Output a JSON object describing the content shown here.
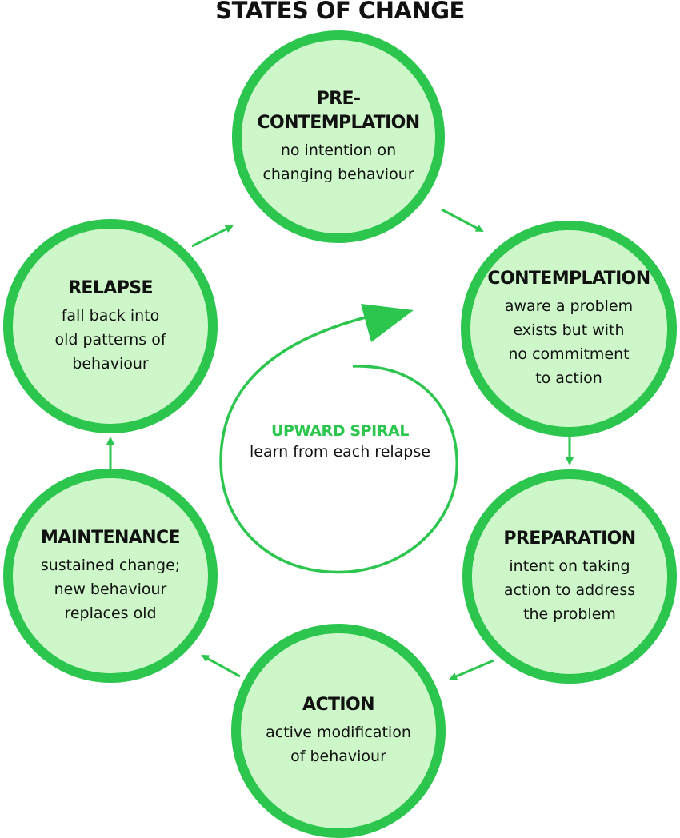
{
  "title": "STATES OF CHANGE",
  "colors": {
    "ring": "#2cc64f",
    "fill": "#cdf7c9",
    "text": "#111111",
    "accent": "#2cc64f"
  },
  "stages": [
    {
      "id": "precontemplation",
      "heading": "PRE-\nCONTEMPLATION",
      "description": "no intention on\nchanging behaviour"
    },
    {
      "id": "contemplation",
      "heading": "CONTEMPLATION",
      "description": "aware a problem\nexists but with\nno commitment\nto action"
    },
    {
      "id": "preparation",
      "heading": "PREPARATION",
      "description": "intent on taking\naction to address\nthe problem"
    },
    {
      "id": "action",
      "heading": "ACTION",
      "description": "active modification\nof behaviour"
    },
    {
      "id": "maintenance",
      "heading": "MAINTENANCE",
      "description": "sustained change;\nnew behaviour\nreplaces old"
    },
    {
      "id": "relapse",
      "heading": "RELAPSE",
      "description": "fall back into\nold patterns of\nbehaviour"
    }
  ],
  "flow": [
    [
      "precontemplation",
      "contemplation"
    ],
    [
      "contemplation",
      "preparation"
    ],
    [
      "preparation",
      "action"
    ],
    [
      "action",
      "maintenance"
    ],
    [
      "maintenance",
      "relapse"
    ],
    [
      "relapse",
      "precontemplation"
    ]
  ],
  "center": {
    "heading": "UPWARD SPIRAL",
    "description": "learn from each relapse"
  }
}
